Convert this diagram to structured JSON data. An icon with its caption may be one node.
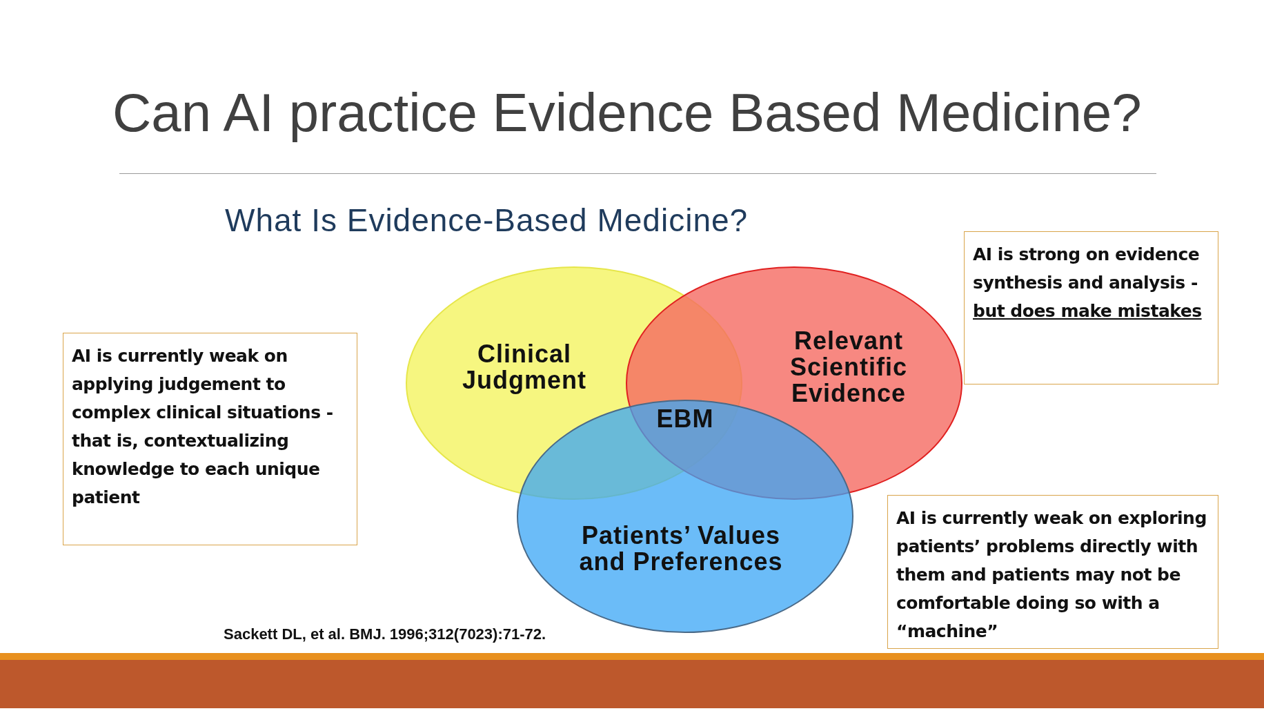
{
  "diagram": {
    "title": "Can AI practice Evidence Based Medicine?",
    "nodes": [
      {
        "text": [
          "Clinical Judgment"
        ]
      },
      {
        "text": [
          "Relevant Scientific Evidence"
        ]
      },
      {
        "text": [
          "Patients’ Values and Preferences"
        ]
      },
      {
        "text": [
          "EBM"
        ]
      },
      {
        "text": [
          "AI is currently weak on applying judgement to complex clinical situations - that is, contextualizing knowledge to each unique patient"
        ]
      },
      {
        "text": [
          "AI is strong on evidence synthesis and analysis -",
          "but does make mistakes"
        ]
      },
      {
        "text": [
          "AI is currently weak on exploring patients’ problems directly with them and patients may not be comfortable doing so with a “machine”"
        ]
      }
    ],
    "edges": [],
    "labels": [
      "What Is Evidence-Based Medicine?",
      "Sackett DL, et al. BMJ. 1996;312(7023):71-72."
    ]
  }
}
